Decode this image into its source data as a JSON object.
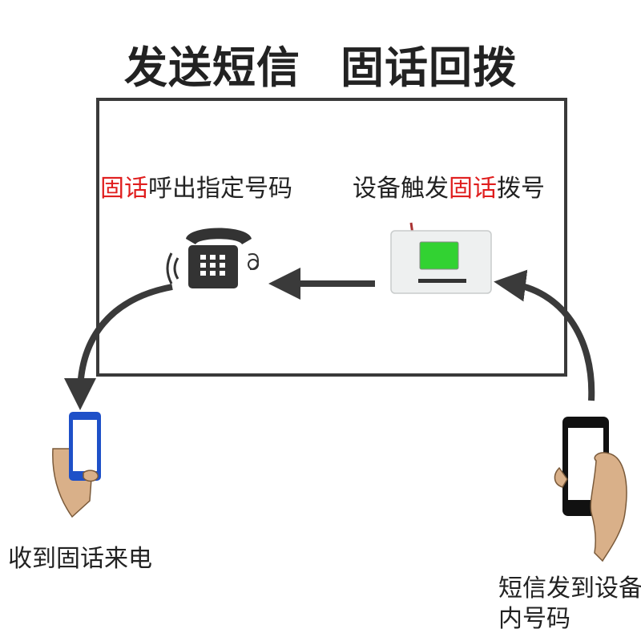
{
  "title": {
    "part1": "发送短信",
    "part2": "固话回拨"
  },
  "labels": {
    "left_highlight": "固话",
    "left_rest": "呼出指定号码",
    "right_prefix": "设备触发",
    "right_highlight": "固话",
    "right_suffix": "拨号"
  },
  "bottom_left": "收到固话来电",
  "bottom_right": "短信发到设备内号码",
  "colors": {
    "highlight": "#e01e1e",
    "arrow": "#3a3a3a",
    "screen": "#32d232",
    "left_phone": "#1e50c8",
    "right_phone": "#111111"
  }
}
